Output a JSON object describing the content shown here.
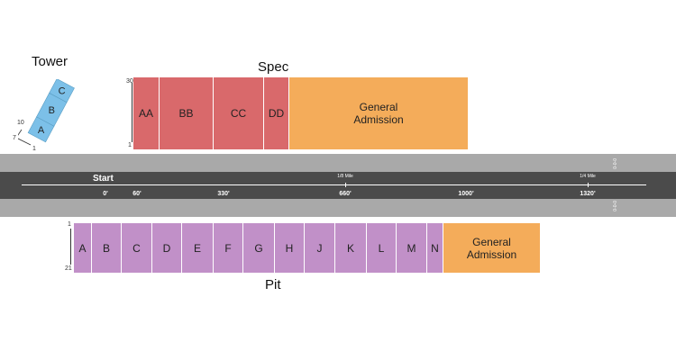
{
  "tower": {
    "title": "Tower",
    "sections": [
      "A",
      "B",
      "C"
    ],
    "row_first": "1",
    "row_mid": "7",
    "row_last": "10",
    "row_bottom": "1"
  },
  "spec": {
    "title": "Spec",
    "row_top": "30",
    "row_bottom": "1",
    "sections": [
      "AA",
      "BB",
      "CC",
      "DD"
    ],
    "ga_line1": "General",
    "ga_line2": "Admission"
  },
  "pit": {
    "title": "Pit",
    "row_top": "1",
    "row_bottom": "21",
    "sections": [
      "A",
      "B",
      "C",
      "D",
      "E",
      "F",
      "G",
      "H",
      "J",
      "K",
      "L",
      "M",
      "N"
    ],
    "ga_line1": "General",
    "ga_line2": "Admission"
  },
  "track": {
    "start_label": "Start",
    "distances": [
      "0'",
      "60'",
      "330'",
      "660'",
      "1000'",
      "1320'"
    ],
    "mile_markers": [
      "1/8 Mile",
      "1/4 Mile"
    ],
    "side_top": "0-0-0",
    "side_bottom": "0-0-0"
  },
  "colors": {
    "spec": "#d9696b",
    "pit": "#c190c8",
    "tower": "#7cc0e8",
    "general_admission": "#f4ac5a",
    "track_outer": "#a9a9a9",
    "track_inner": "#4b4b4b"
  }
}
